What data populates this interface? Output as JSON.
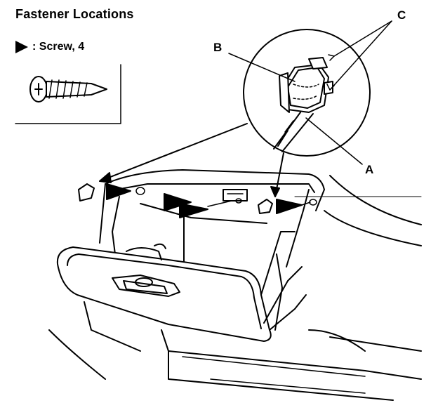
{
  "title": "Fastener Locations",
  "legend": {
    "marker_icon": "filled-triangle-icon",
    "text": ": Screw, 4"
  },
  "callouts": {
    "a": "A",
    "b": "B",
    "c": "C"
  }
}
